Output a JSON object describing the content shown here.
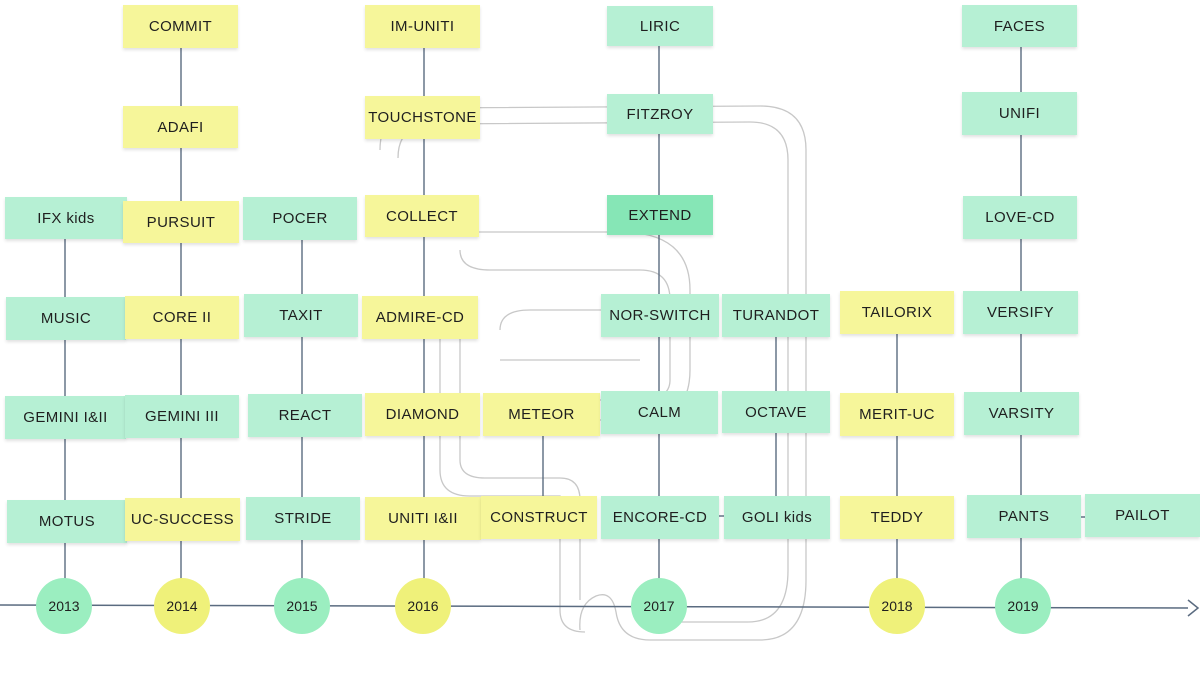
{
  "colors": {
    "green": "#b6f0d4",
    "green_dark": "#86e6b6",
    "yellow": "#f6f69a",
    "circle_green": "#9beec0",
    "circle_yellow": "#eff17a",
    "line": "#5a6b80",
    "gut_outline": "#c8c8c8"
  },
  "years": [
    {
      "id": "y2013",
      "label": "2013",
      "color": "circle_green"
    },
    {
      "id": "y2014",
      "label": "2014",
      "color": "circle_yellow"
    },
    {
      "id": "y2015",
      "label": "2015",
      "color": "circle_green"
    },
    {
      "id": "y2016",
      "label": "2016",
      "color": "circle_yellow"
    },
    {
      "id": "y2017",
      "label": "2017",
      "color": "circle_green"
    },
    {
      "id": "y2018",
      "label": "2018",
      "color": "circle_yellow"
    },
    {
      "id": "y2019",
      "label": "2019",
      "color": "circle_green"
    }
  ],
  "trials": [
    {
      "id": "ifx-kids",
      "label": "IFX kids",
      "color": "green"
    },
    {
      "id": "music",
      "label": "MUSIC",
      "color": "green"
    },
    {
      "id": "gemini-1-2",
      "label": "GEMINI I&II",
      "color": "green"
    },
    {
      "id": "motus",
      "label": "MOTUS",
      "color": "green"
    },
    {
      "id": "commit",
      "label": "COMMIT",
      "color": "yellow"
    },
    {
      "id": "adafi",
      "label": "ADAFI",
      "color": "yellow"
    },
    {
      "id": "pursuit",
      "label": "PURSUIT",
      "color": "yellow"
    },
    {
      "id": "core-2",
      "label": "CORE II",
      "color": "yellow"
    },
    {
      "id": "gemini-3",
      "label": "GEMINI III",
      "color": "green"
    },
    {
      "id": "uc-success",
      "label": "UC-SUCCESS",
      "color": "yellow"
    },
    {
      "id": "pocer",
      "label": "POCER",
      "color": "green"
    },
    {
      "id": "taxit",
      "label": "TAXIT",
      "color": "green"
    },
    {
      "id": "react",
      "label": "REACT",
      "color": "green"
    },
    {
      "id": "stride",
      "label": "STRIDE",
      "color": "green"
    },
    {
      "id": "im-uniti",
      "label": "IM-UNITI",
      "color": "yellow"
    },
    {
      "id": "touchstone",
      "label": "TOUCHSTONE",
      "color": "yellow"
    },
    {
      "id": "collect",
      "label": "COLLECT",
      "color": "yellow"
    },
    {
      "id": "admire-cd",
      "label": "ADMIRE-CD",
      "color": "yellow"
    },
    {
      "id": "diamond",
      "label": "DIAMOND",
      "color": "yellow"
    },
    {
      "id": "uniti-1-2",
      "label": "UNITI I&II",
      "color": "yellow"
    },
    {
      "id": "meteor",
      "label": "METEOR",
      "color": "yellow"
    },
    {
      "id": "construct",
      "label": "CONSTRUCT",
      "color": "yellow"
    },
    {
      "id": "liric",
      "label": "LIRIC",
      "color": "green"
    },
    {
      "id": "fitzroy",
      "label": "FITZROY",
      "color": "green"
    },
    {
      "id": "extend",
      "label": "EXTEND",
      "color": "green_dark"
    },
    {
      "id": "nor-switch",
      "label": "NOR-SWITCH",
      "color": "green"
    },
    {
      "id": "calm",
      "label": "CALM",
      "color": "green"
    },
    {
      "id": "encore-cd",
      "label": "ENCORE-CD",
      "color": "green"
    },
    {
      "id": "turandot",
      "label": "TURANDOT",
      "color": "green"
    },
    {
      "id": "octave",
      "label": "OCTAVE",
      "color": "green"
    },
    {
      "id": "goli-kids",
      "label": "GOLI kids",
      "color": "green"
    },
    {
      "id": "tailorix",
      "label": "TAILORIX",
      "color": "yellow"
    },
    {
      "id": "merit-uc",
      "label": "MERIT-UC",
      "color": "yellow"
    },
    {
      "id": "teddy",
      "label": "TEDDY",
      "color": "yellow"
    },
    {
      "id": "faces",
      "label": "FACES",
      "color": "green"
    },
    {
      "id": "unifi",
      "label": "UNIFI",
      "color": "green"
    },
    {
      "id": "love-cd",
      "label": "LOVE-CD",
      "color": "green"
    },
    {
      "id": "versify",
      "label": "VERSIFY",
      "color": "green"
    },
    {
      "id": "varsity",
      "label": "VARSITY",
      "color": "green"
    },
    {
      "id": "pants",
      "label": "PANTS",
      "color": "green"
    },
    {
      "id": "pailot",
      "label": "PAILOT",
      "color": "green"
    }
  ]
}
